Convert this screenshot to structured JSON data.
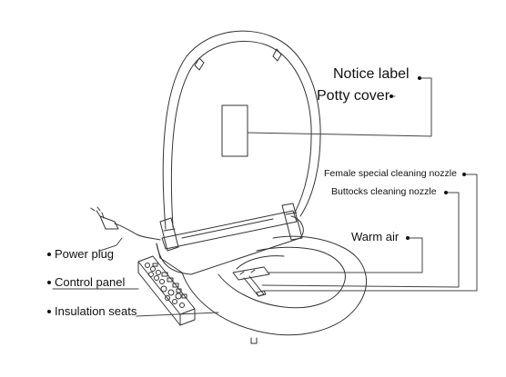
{
  "labels": {
    "notice_label": "Notice label",
    "potty_cover": "Potty cover",
    "female_nozzle": "Female special cleaning nozzle",
    "buttocks_nozzle": "Buttocks cleaning nozzle",
    "warm_air": "Warm air",
    "power_plug": "Power plug",
    "control_panel": "Control panel",
    "insulation_seats": "Insulation seats"
  },
  "colors": {
    "line": "#333333",
    "text": "#111111",
    "background": "#ffffff"
  }
}
